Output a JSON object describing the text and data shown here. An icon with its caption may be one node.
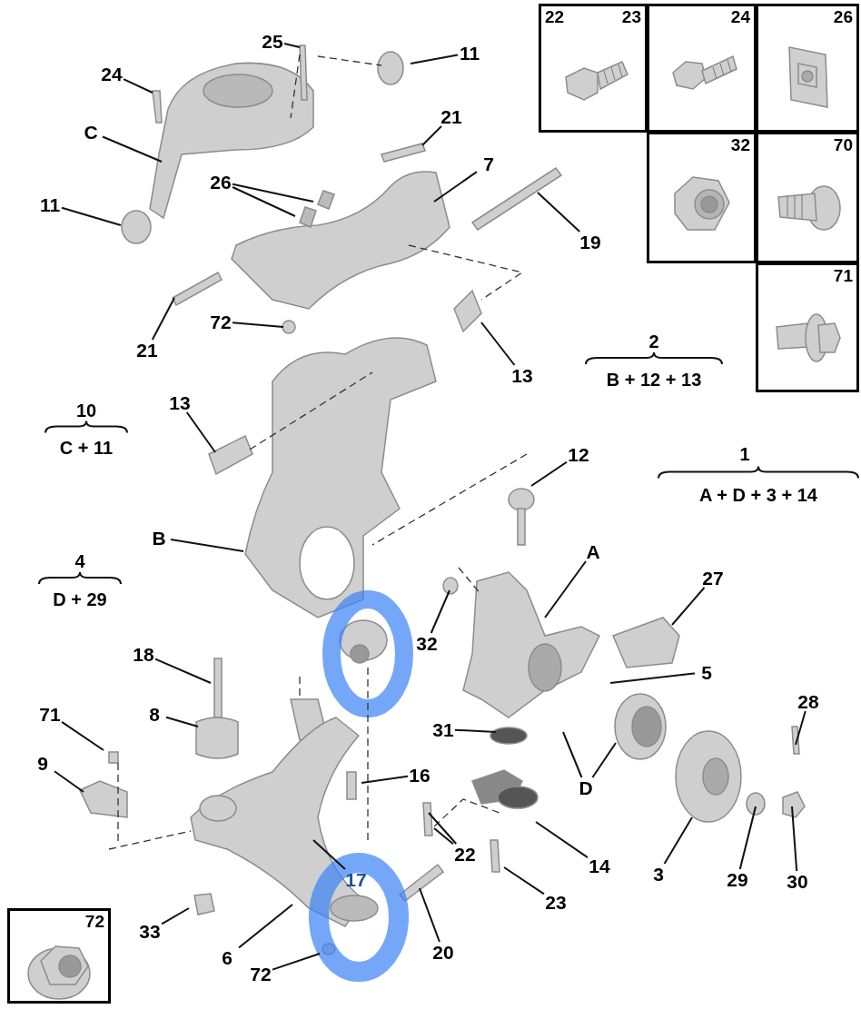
{
  "diagram": {
    "nodes": [
      {
        "text": [
          "22",
          "23"
        ]
      },
      {
        "text": [
          "24"
        ]
      },
      {
        "text": [
          "26"
        ]
      },
      {
        "text": [
          "32"
        ]
      },
      {
        "text": [
          "70"
        ]
      },
      {
        "text": [
          "71"
        ]
      },
      {
        "text": [
          "25"
        ]
      },
      {
        "text": [
          "11"
        ]
      },
      {
        "text": [
          "24"
        ]
      },
      {
        "text": [
          "C"
        ]
      },
      {
        "text": [
          "21"
        ]
      },
      {
        "text": [
          "7"
        ]
      },
      {
        "text": [
          "26"
        ]
      },
      {
        "text": [
          "11"
        ]
      },
      {
        "text": [
          "19"
        ]
      },
      {
        "text": [
          "21"
        ]
      },
      {
        "text": [
          "72"
        ]
      },
      {
        "text": [
          "13"
        ]
      },
      {
        "text": [
          "13"
        ]
      },
      {
        "text": [
          "12"
        ]
      },
      {
        "text": [
          "B"
        ]
      },
      {
        "text": [
          "A"
        ]
      },
      {
        "text": [
          "27"
        ]
      },
      {
        "text": [
          "32"
        ]
      },
      {
        "text": [
          "18"
        ]
      },
      {
        "text": [
          "5"
        ]
      },
      {
        "text": [
          "8"
        ]
      },
      {
        "text": [
          "71"
        ]
      },
      {
        "text": [
          "31"
        ]
      },
      {
        "text": [
          "9"
        ]
      },
      {
        "text": [
          "16"
        ]
      },
      {
        "text": [
          "D"
        ]
      },
      {
        "text": [
          "28"
        ]
      },
      {
        "text": [
          "22"
        ]
      },
      {
        "text": [
          "14"
        ]
      },
      {
        "text": [
          "3"
        ]
      },
      {
        "text": [
          "29"
        ]
      },
      {
        "text": [
          "30"
        ]
      },
      {
        "text": [
          "17"
        ]
      },
      {
        "text": [
          "23"
        ]
      },
      {
        "text": [
          "33"
        ]
      },
      {
        "text": [
          "6"
        ]
      },
      {
        "text": [
          "20"
        ]
      },
      {
        "text": [
          "72"
        ]
      },
      {
        "text": [
          "72"
        ]
      }
    ],
    "edges": [
      {
        "from": 6,
        "to": null,
        "arrow": "none"
      },
      {
        "from": 7,
        "to": null,
        "arrow": "none"
      },
      {
        "from": 8,
        "to": null,
        "arrow": "none"
      },
      {
        "from": 9,
        "to": null,
        "arrow": "none"
      },
      {
        "from": 10,
        "to": null,
        "arrow": "none"
      },
      {
        "from": 11,
        "to": null,
        "arrow": "none"
      },
      {
        "from": 12,
        "to": null,
        "arrow": "none"
      },
      {
        "from": 12,
        "to": null,
        "arrow": "none"
      },
      {
        "from": 13,
        "to": null,
        "arrow": "none"
      },
      {
        "from": 14,
        "to": null,
        "arrow": "none"
      },
      {
        "from": 15,
        "to": null,
        "arrow": "none"
      },
      {
        "from": 16,
        "to": null,
        "arrow": "none"
      },
      {
        "from": 17,
        "to": null,
        "arrow": "none"
      },
      {
        "from": 18,
        "to": null,
        "arrow": "none"
      },
      {
        "from": 19,
        "to": null,
        "arrow": "none"
      },
      {
        "from": 20,
        "to": null,
        "arrow": "none"
      },
      {
        "from": 21,
        "to": null,
        "arrow": "none"
      },
      {
        "from": 22,
        "to": null,
        "arrow": "none"
      },
      {
        "from": 23,
        "to": null,
        "arrow": "none"
      },
      {
        "from": 24,
        "to": null,
        "arrow": "none"
      },
      {
        "from": 25,
        "to": null,
        "arrow": "none"
      },
      {
        "from": 26,
        "to": null,
        "arrow": "none"
      },
      {
        "from": 27,
        "to": null,
        "arrow": "none"
      },
      {
        "from": 28,
        "to": null,
        "arrow": "none"
      },
      {
        "from": 29,
        "to": null,
        "arrow": "none"
      },
      {
        "from": 30,
        "to": null,
        "arrow": "none"
      },
      {
        "from": 31,
        "to": null,
        "arrow": "none"
      },
      {
        "from": 31,
        "to": null,
        "arrow": "none"
      },
      {
        "from": 32,
        "to": null,
        "arrow": "none"
      },
      {
        "from": 33,
        "to": null,
        "arrow": "none"
      },
      {
        "from": 33,
        "to": null,
        "arrow": "none"
      },
      {
        "from": 34,
        "to": null,
        "arrow": "none"
      },
      {
        "from": 35,
        "to": null,
        "arrow": "none"
      },
      {
        "from": 36,
        "to": null,
        "arrow": "none"
      },
      {
        "from": 37,
        "to": null,
        "arrow": "none"
      },
      {
        "from": 38,
        "to": null,
        "arrow": "none"
      },
      {
        "from": 39,
        "to": null,
        "arrow": "none"
      },
      {
        "from": 40,
        "to": null,
        "arrow": "none"
      },
      {
        "from": 41,
        "to": null,
        "arrow": "none"
      },
      {
        "from": 42,
        "to": null,
        "arrow": "none"
      },
      {
        "from": 44,
        "to": null,
        "arrow": "none"
      }
    ],
    "labels": [
      "2",
      "B + 12 + 13",
      "10",
      "C + 11",
      "1",
      "A + D + 3 + 14",
      "4",
      "D + 29"
    ]
  }
}
